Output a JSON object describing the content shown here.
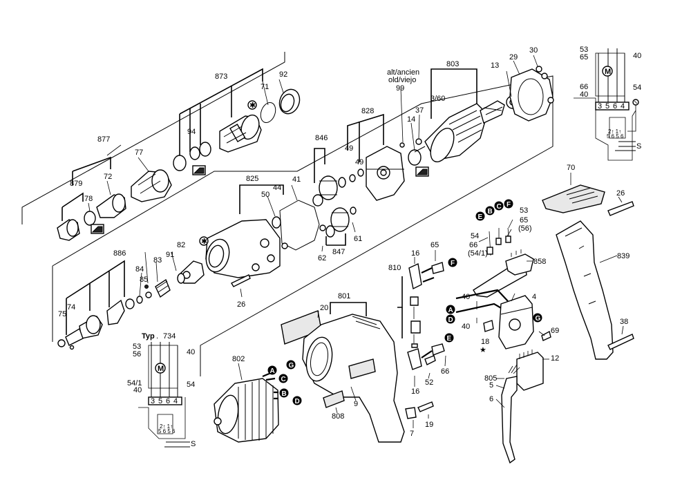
{
  "labels": {
    "p873": "873",
    "p92": "92",
    "p71": "71",
    "p94": "94",
    "p877": "877",
    "p77": "77",
    "p72": "72",
    "p879": "879",
    "p78": "78",
    "p825": "825",
    "p44": "44",
    "p41": "41",
    "p50": "50",
    "p26a": "26",
    "p886": "886",
    "p91": "91",
    "p83": "83",
    "p82": "82",
    "p84": "84",
    "p85": "85",
    "p75": "75",
    "p74": "74",
    "p846": "846",
    "p49a": "49",
    "p49b": "49",
    "p828": "828",
    "p847": "847",
    "p61": "61",
    "p62": "62",
    "p99": "99",
    "p14": "14",
    "p37": "37",
    "p360": "3/60",
    "p803": "803",
    "p13": "13",
    "p29": "29",
    "p30": "30",
    "p70": "70",
    "p26b": "26",
    "p839": "839",
    "p38": "38",
    "p53a": "53",
    "p65a": "65",
    "p40a": "40",
    "p66a": "66",
    "p40b": "40",
    "p54a": "54",
    "p54b": "54",
    "p66b": "66",
    "p541b": "(54/1)",
    "p53b": "53",
    "p65b": "65",
    "p56b": "(56)",
    "p858": "858",
    "p65c": "65",
    "p16a": "16",
    "p810": "810",
    "p16b": "16",
    "p52": "52",
    "p66c": "66",
    "p19": "19",
    "p7": "7",
    "p801": "801",
    "p20": "20",
    "p9": "9",
    "p808": "808",
    "p802": "802",
    "p40c": "40",
    "p40d": "40",
    "p4": "4",
    "p18": "18",
    "p69": "69",
    "p12": "12",
    "p805": "805",
    "p5": "5",
    "p6": "6",
    "t53": "53",
    "t56": "56",
    "t40a": "40",
    "t541": "54/1",
    "t40b": "40",
    "t54": "54"
  },
  "alt_note": {
    "line1": "alt/ancien",
    "line2": "old/viejo"
  },
  "type_label": {
    "prefix": "Typ",
    "number": "734"
  },
  "terminal_digits": [
    "3",
    "5",
    "6",
    "4"
  ],
  "badges": [
    "A",
    "B",
    "C",
    "D",
    "E",
    "F",
    "G"
  ],
  "switch_marks": {
    "top": "2↑ 1↑",
    "bottom": "5 6 5 6"
  },
  "icons": [
    "grease-icon",
    "star-icon",
    "ground-icon",
    "switch-symbol-icon",
    "motor-icon"
  ]
}
